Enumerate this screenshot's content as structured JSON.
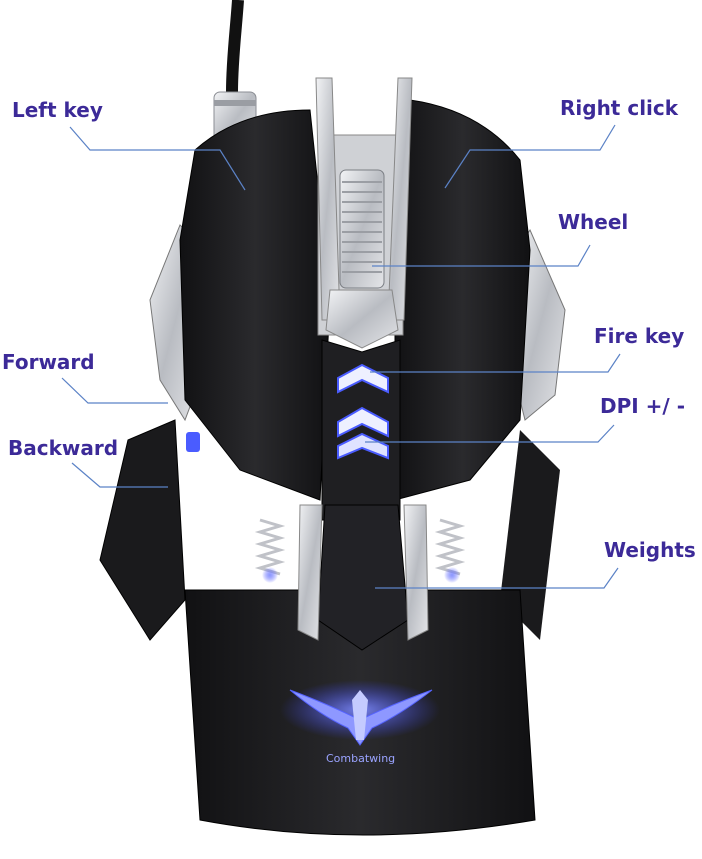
{
  "colors": {
    "label": "#3c2a98",
    "leader": "#5b82c6",
    "body": "#1b1b1d",
    "silver": "#c9cbd0",
    "led": "#4a5cff"
  },
  "labels": {
    "left_key": "Left key",
    "right_click": "Right click",
    "wheel": "Wheel",
    "forward": "Forward",
    "fire_key": "Fire key",
    "dpi": "DPI +/ -",
    "backward": "Backward",
    "weights": "Weights"
  },
  "brand": {
    "logo_text": "Combatwing"
  }
}
